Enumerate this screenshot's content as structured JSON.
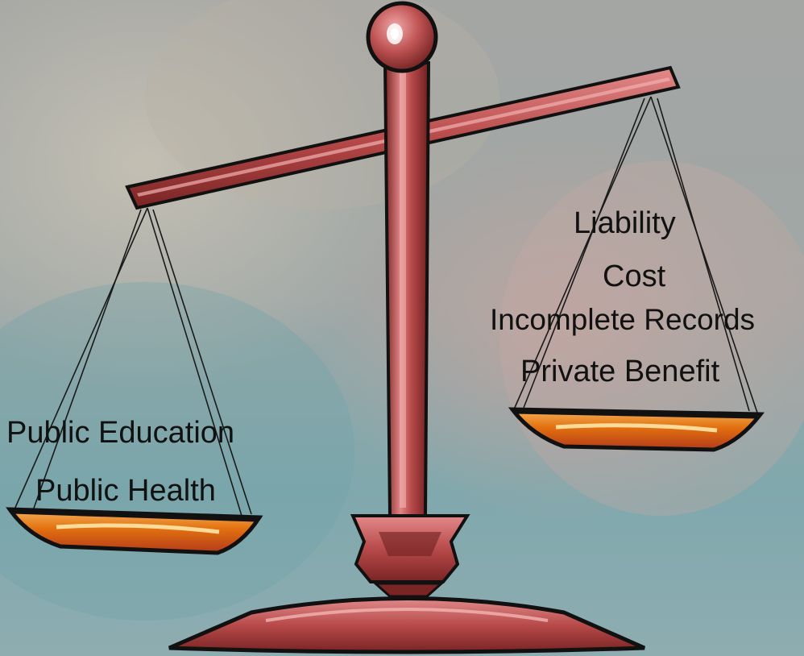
{
  "left_pan": {
    "items": [
      "Public Education",
      "Public Health"
    ]
  },
  "right_pan": {
    "items": [
      "Liability",
      "Cost",
      "Incomplete Records",
      "Private Benefit"
    ]
  },
  "colors": {
    "scale_body": "#b84a4a",
    "scale_highlight": "#e07a7a",
    "scale_shadow": "#6e1f1f",
    "scale_outline": "#111111",
    "pan_fill": "#e2700f",
    "pan_highlight": "#f5b25a",
    "background_tint": "#9aa6a8",
    "label_text": "#111111"
  }
}
